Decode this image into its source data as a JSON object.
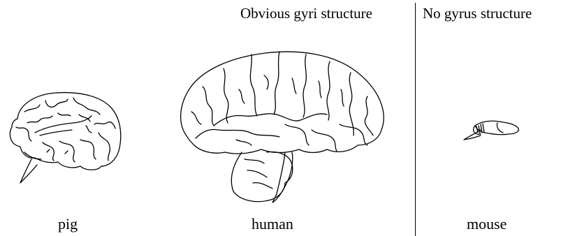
{
  "headers": {
    "with_gyri": "Obvious gyri structure",
    "without_gyri": "No gyrus structure"
  },
  "captions": {
    "pig": "pig",
    "human": "human",
    "mouse": "mouse"
  },
  "colors": {
    "background": "#ffffff",
    "ink": "#000000"
  }
}
